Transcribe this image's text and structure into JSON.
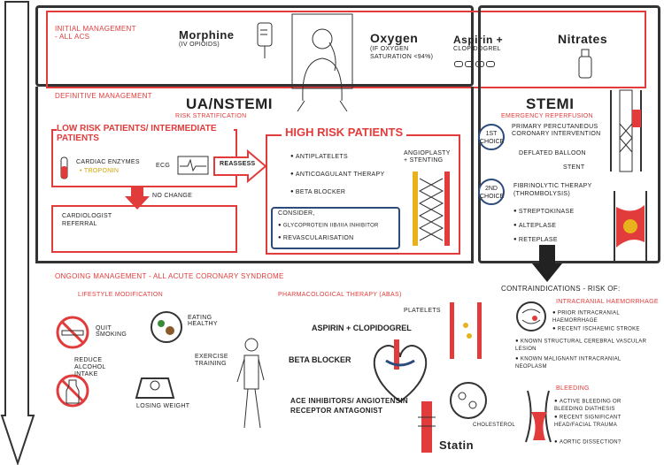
{
  "initial": {
    "title": "Initial management\n- all ACS",
    "morphine_title": "Morphine",
    "morphine_sub": "(IV opioids)",
    "oxygen_title": "Oxygen",
    "oxygen_sub": "(if oxygen saturation <94%)",
    "aspirin_title": "Aspirin +",
    "aspirin_sub": "clopidogrel",
    "nitrates_title": "Nitrates"
  },
  "definitive": {
    "title": "Definitive management",
    "ua_title": "UA/NSTEMI",
    "risk_strat": "Risk stratification",
    "low_risk_title": "Low risk patients/ Intermediate patients",
    "cardiac_enzymes": "Cardiac enzymes",
    "troponin": "• Troponin",
    "ecg": "ECG",
    "reassess": "Reassess",
    "no_change": "No change",
    "cardiologist": "Cardiologist referral",
    "high_risk_title": "High risk patients",
    "high_items": [
      "Antiplatelets",
      "Anticoagulant therapy",
      "Beta blocker"
    ],
    "angioplasty": "Angioplasty + stenting",
    "consider": "Consider,",
    "consider_items": [
      "Glycoprotein IIb/IIIa inhibitor",
      "Revascularisation"
    ]
  },
  "stemi": {
    "title": "STEMI",
    "subtitle": "Emergency reperfusion",
    "first_choice": "1st choice",
    "pci": "Primary percutaneous coronary intervention",
    "balloon": "Deflated balloon",
    "stent": "Stent",
    "second_choice": "2nd choice",
    "fibrinolytic": "Fibrinolytic therapy (thrombolysis)",
    "drugs": [
      "Streptokinase",
      "Alteplase",
      "Reteplase"
    ]
  },
  "ongoing": {
    "title": "Ongoing management - all acute coronary syndrome",
    "lifestyle_title": "Lifestyle modification",
    "quit": "Quit smoking",
    "eating": "Eating healthy",
    "alcohol": "Reduce alcohol intake",
    "exercise": "Exercise training",
    "weight": "Losing weight",
    "pharm_title": "Pharmacological therapy (ABAS)",
    "platelets": "Platelets",
    "aspirin": "Aspirin + Clopidogrel",
    "beta": "Beta blocker",
    "ace": "ACE inhibitors/ Angiotensin receptor antagonist",
    "statin": "Statin",
    "cholesterol": "Cholesterol"
  },
  "contra": {
    "title": "Contraindications - risk of:",
    "haem_title": "Intracranial haemorrhage",
    "haem_items": [
      "Prior intracranial haemorrhage",
      "Recent ischaemic stroke",
      "Known structural cerebral vascular lesion",
      "Known malignant intracranial neoplasm"
    ],
    "bleed_title": "Bleeding",
    "bleed_items": [
      "Active bleeding or bleeding diathesis",
      "Recent significant head/facial trauma",
      "Aortic dissection?"
    ]
  },
  "colors": {
    "accent": "#e23b3b",
    "navy": "#2c4a7a",
    "gold": "#e8b21c",
    "ink": "#222222"
  }
}
